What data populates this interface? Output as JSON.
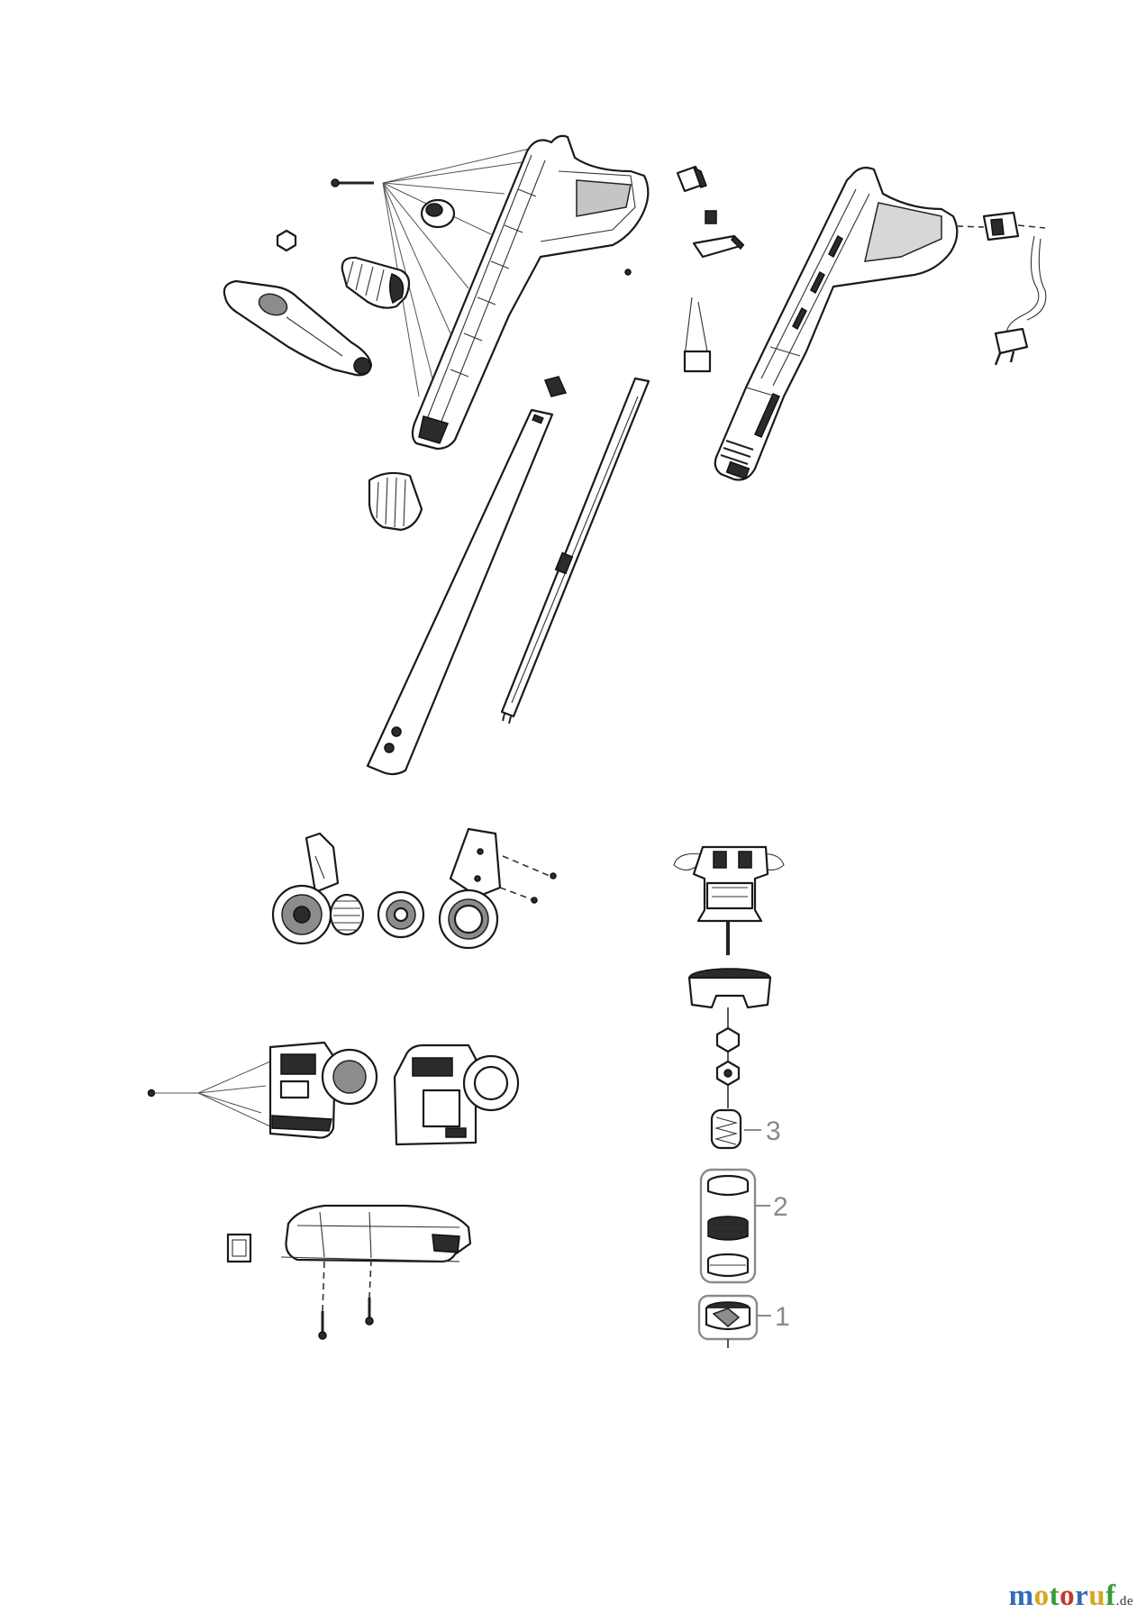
{
  "callouts": [
    {
      "id": "callout-3",
      "label": "3"
    },
    {
      "id": "callout-2",
      "label": "2"
    },
    {
      "id": "callout-1",
      "label": "1"
    }
  ],
  "watermark": {
    "letters": [
      {
        "ch": "m",
        "color": "#2f6eb5"
      },
      {
        "ch": "o",
        "color": "#d9a521"
      },
      {
        "ch": "t",
        "color": "#3a9a3a"
      },
      {
        "ch": "o",
        "color": "#c0392b"
      },
      {
        "ch": "r",
        "color": "#2f6eb5"
      },
      {
        "ch": "u",
        "color": "#d9a521"
      },
      {
        "ch": "f",
        "color": "#3a9a3a"
      }
    ],
    "domain": ".de"
  }
}
